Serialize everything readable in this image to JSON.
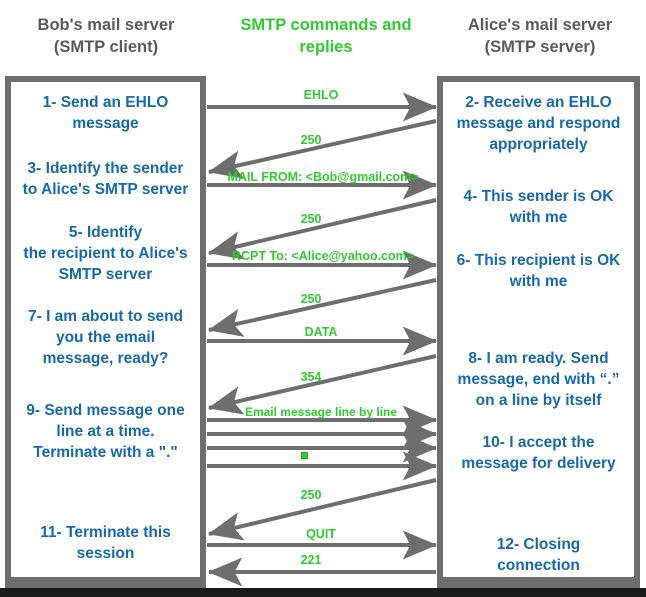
{
  "headers": {
    "client": {
      "line1": "Bob's mail server",
      "line2": "(SMTP client)",
      "color": "#5a5a5a"
    },
    "middle": {
      "line1": "SMTP commands and",
      "line2": "replies",
      "color": "#2ecc2e"
    },
    "server": {
      "line1": "Alice's mail server",
      "line2": "(SMTP server)",
      "color": "#5a5a5a"
    }
  },
  "colors": {
    "step_text": "#1569b0",
    "frame": "#6e6e6e",
    "arrow": "#6e6e6e",
    "label_green": "#2ecc2e",
    "background": "#ffffff",
    "bottom_strip": "#1a1a1a"
  },
  "client_steps": [
    {
      "id": "step-1",
      "lines": [
        "1- Send an EHLO",
        "message"
      ]
    },
    {
      "id": "step-3",
      "lines": [
        "3- Identify the sender",
        "to Alice's SMTP server"
      ]
    },
    {
      "id": "step-5",
      "lines": [
        "5- Identify",
        "the recipient to Alice's",
        "SMTP server"
      ]
    },
    {
      "id": "step-7",
      "lines": [
        "7- I am about to send",
        "you the email",
        "message, ready?"
      ]
    },
    {
      "id": "step-9",
      "lines": [
        "9- Send message one",
        "line at a time.",
        "Terminate with a \".\""
      ]
    },
    {
      "id": "step-11",
      "lines": [
        "11- Terminate this",
        "session"
      ]
    }
  ],
  "server_steps": [
    {
      "id": "step-2",
      "lines": [
        "2- Receive an EHLO",
        "message and respond",
        "appropriately"
      ]
    },
    {
      "id": "step-4",
      "lines": [
        "4- This sender is OK",
        "with me"
      ]
    },
    {
      "id": "step-6",
      "lines": [
        "6- This recipient is OK",
        "with me"
      ]
    },
    {
      "id": "step-8",
      "lines": [
        "8-  I am ready. Send",
        "message, end with “.”",
        "on a line by itself"
      ]
    },
    {
      "id": "step-10",
      "lines": [
        "10-  I accept the",
        "message for delivery"
      ]
    },
    {
      "id": "step-12",
      "lines": [
        "12-  Closing",
        "connection"
      ]
    }
  ],
  "messages": [
    {
      "id": "m-ehlo",
      "label": "EHLO",
      "direction": "client-to-server",
      "step_pair": "1-2"
    },
    {
      "id": "m-250a",
      "label": "250",
      "direction": "server-to-client",
      "step_pair": "2-3"
    },
    {
      "id": "m-mailfrom",
      "label": "MAIL FROM: <Bob@gmail.com>",
      "direction": "client-to-server",
      "step_pair": "3-4"
    },
    {
      "id": "m-250b",
      "label": "250",
      "direction": "server-to-client",
      "step_pair": "4-5"
    },
    {
      "id": "m-rcptto",
      "label": "RCPT To: <Alice@yahoo.com>",
      "direction": "client-to-server",
      "step_pair": "5-6"
    },
    {
      "id": "m-250c",
      "label": "250",
      "direction": "server-to-client",
      "step_pair": "6-7"
    },
    {
      "id": "m-data",
      "label": "DATA",
      "direction": "client-to-server",
      "step_pair": "7-8"
    },
    {
      "id": "m-354",
      "label": "354",
      "direction": "server-to-client",
      "step_pair": "8-9"
    },
    {
      "id": "m-emailline",
      "label": "Email message line by line",
      "direction": "client-to-server",
      "step_pair": "9-10"
    },
    {
      "id": "m-line2",
      "label": "",
      "direction": "client-to-server",
      "step_pair": "9-10"
    },
    {
      "id": "m-line3",
      "label": "",
      "direction": "client-to-server",
      "step_pair": "9-10"
    },
    {
      "id": "m-period",
      "label": ".",
      "direction": "client-to-server",
      "step_pair": "9-10"
    },
    {
      "id": "m-250d",
      "label": "250",
      "direction": "server-to-client",
      "step_pair": "10-11"
    },
    {
      "id": "m-quit",
      "label": "QUIT",
      "direction": "client-to-server",
      "step_pair": "11-12"
    },
    {
      "id": "m-221",
      "label": "221",
      "direction": "server-to-client",
      "step_pair": "12"
    }
  ]
}
